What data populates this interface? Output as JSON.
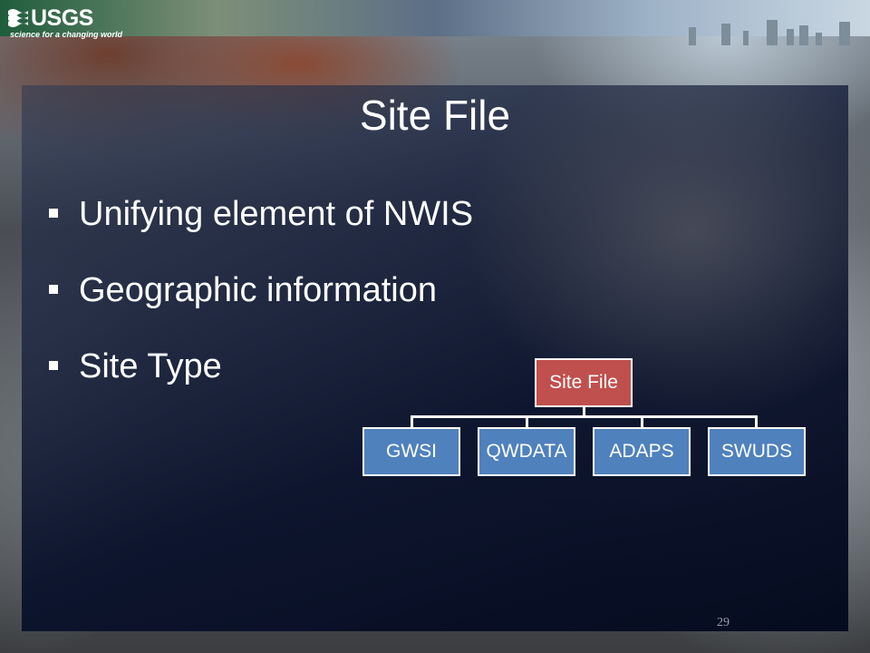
{
  "logo": {
    "word": "USGS",
    "tagline": "science for a changing world"
  },
  "slide": {
    "title": "Site File",
    "bullets": [
      "Unifying element of NWIS",
      "Geographic information",
      "Site Type"
    ],
    "org_chart": {
      "root": "Site File",
      "children": [
        "GWSI",
        "QWDATA",
        "ADAPS",
        "SWUDS"
      ],
      "colors": {
        "root": "#c0504d",
        "child": "#4f81bd",
        "border": "#ffffff"
      }
    },
    "page_number": "29"
  },
  "colors": {
    "title_text": "#ffffff",
    "panel": "#0a1230"
  }
}
